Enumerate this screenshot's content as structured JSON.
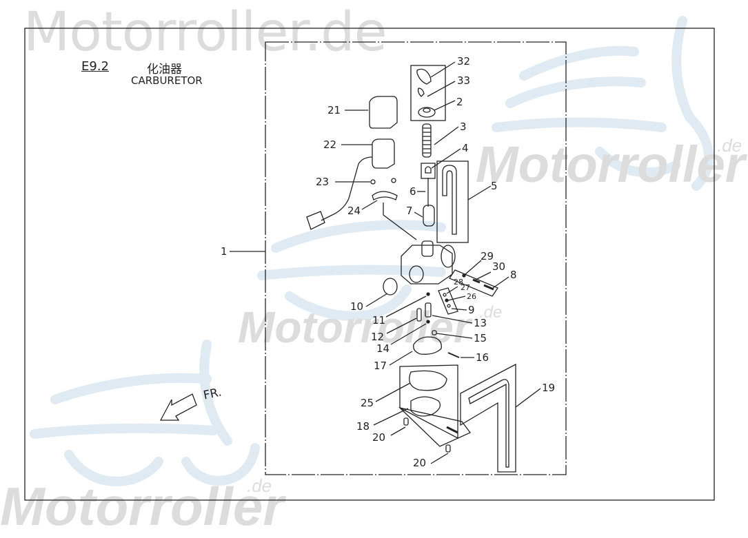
{
  "watermarks": {
    "top": "Motorroller.de",
    "right": "Motorroller",
    "right_suffix": ".de",
    "middle": "Motorroller",
    "middle_suffix": ".de",
    "bottom": "Motorroller",
    "bottom_suffix": ".de"
  },
  "header": {
    "section_code": "E9.2",
    "title_chinese": "化油器",
    "title_english": "CARBURETOR"
  },
  "orientation": {
    "arrow_label": "FR."
  },
  "colors": {
    "line": "#222222",
    "watermark_text": "#dcdcdc",
    "watermark_scooter": "#dce8f2"
  },
  "callouts": [
    {
      "id": "1",
      "text": "1"
    },
    {
      "id": "2",
      "text": "2"
    },
    {
      "id": "3",
      "text": "3"
    },
    {
      "id": "4",
      "text": "4"
    },
    {
      "id": "5",
      "text": "5"
    },
    {
      "id": "6",
      "text": "6"
    },
    {
      "id": "7",
      "text": "7"
    },
    {
      "id": "8",
      "text": "8"
    },
    {
      "id": "9",
      "text": "9"
    },
    {
      "id": "10",
      "text": "10"
    },
    {
      "id": "11",
      "text": "11"
    },
    {
      "id": "12",
      "text": "12"
    },
    {
      "id": "13",
      "text": "13"
    },
    {
      "id": "14",
      "text": "14"
    },
    {
      "id": "15",
      "text": "15"
    },
    {
      "id": "16",
      "text": "16"
    },
    {
      "id": "17",
      "text": "17"
    },
    {
      "id": "18",
      "text": "18"
    },
    {
      "id": "19",
      "text": "19"
    },
    {
      "id": "20a",
      "text": "20"
    },
    {
      "id": "20b",
      "text": "20"
    },
    {
      "id": "21",
      "text": "21"
    },
    {
      "id": "22",
      "text": "22"
    },
    {
      "id": "23",
      "text": "23"
    },
    {
      "id": "24",
      "text": "24"
    },
    {
      "id": "25",
      "text": "25"
    },
    {
      "id": "26",
      "text": "26"
    },
    {
      "id": "27",
      "text": "27"
    },
    {
      "id": "28",
      "text": "28"
    },
    {
      "id": "29",
      "text": "29"
    },
    {
      "id": "30",
      "text": "30"
    },
    {
      "id": "32",
      "text": "32"
    },
    {
      "id": "33",
      "text": "33"
    }
  ]
}
